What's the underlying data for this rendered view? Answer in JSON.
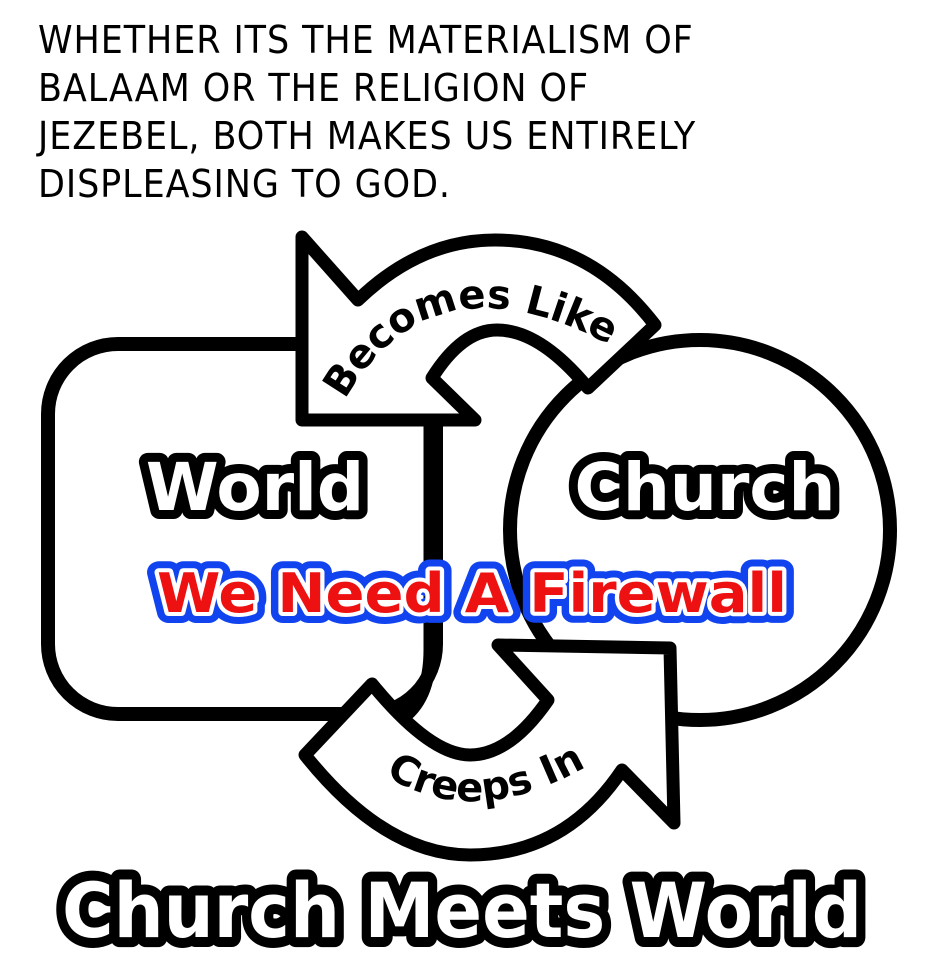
{
  "caption": {
    "lines": [
      "WHETHER ITS THE MATERIALISM OF",
      "BALAAM OR THE RELIGION OF",
      "JEZEBEL, BOTH MAKES US ENTIRELY",
      "DISPLEASING TO GOD."
    ]
  },
  "diagram": {
    "left_node": {
      "label": "World",
      "shape": "rounded-square"
    },
    "right_node": {
      "label": "Church",
      "shape": "circle"
    },
    "top_arrow": {
      "label": "Becomes Like",
      "direction": "church-to-world"
    },
    "bottom_arrow": {
      "label": "Creeps In",
      "direction": "world-to-church"
    },
    "banner": {
      "label": "We Need A Firewall"
    }
  },
  "title": {
    "label": "Church Meets World"
  },
  "colors": {
    "stroke": "#000000",
    "fill": "#ffffff",
    "banner_text": "#ee1111",
    "banner_outline": "#1144ee",
    "banner_inner_outline": "#ffffff"
  }
}
